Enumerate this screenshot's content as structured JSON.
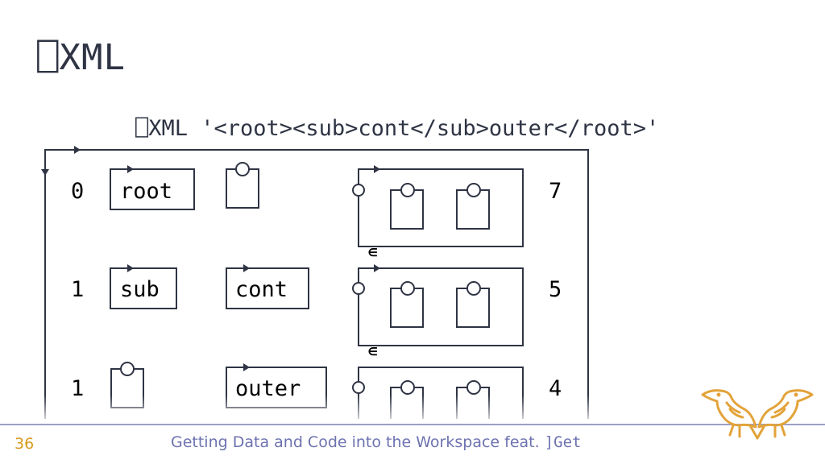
{
  "slide": {
    "title": "⎕XML",
    "expression": "⎕XML '<root><sub>cont</sub>outer</root>'"
  },
  "display": {
    "rows": [
      {
        "depth": "0",
        "name": "root",
        "content": "",
        "count": "7"
      },
      {
        "depth": "1",
        "name": "sub",
        "content": "cont",
        "count": "5"
      },
      {
        "depth": "1",
        "name": "",
        "content": "outer",
        "count": "4"
      }
    ],
    "enclose_glyph": "∊"
  },
  "footer": {
    "page_number": "36",
    "text": "Getting Data and Code into the Workspace feat. ",
    "code": "]Get"
  },
  "colors": {
    "text": "#2f3444",
    "accent_orange": "#d89a1e",
    "footer_blue": "#6d72b0",
    "rule": "#9ba0c8"
  },
  "icons": {
    "logo": "twin-ravens-logo"
  }
}
